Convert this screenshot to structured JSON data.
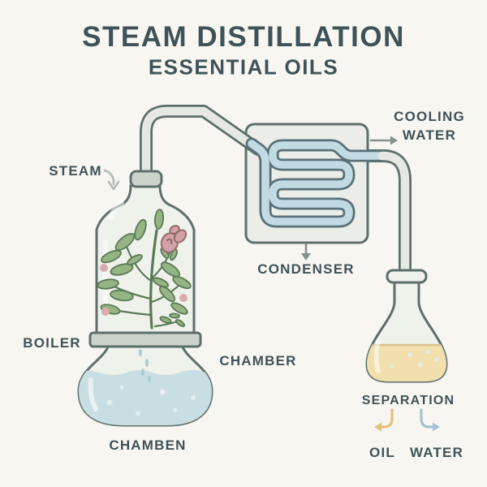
{
  "title": "STEAM DISTILLATION",
  "subtitle": "ESSENTIAL OILS",
  "labels": {
    "steam": "STEAM",
    "boiler": "BOILER",
    "chamber": "CHAMBER",
    "chamben": "CHAMBEN",
    "condenser": "CONDENSER",
    "cooling_line1": "COOLING",
    "cooling_line2": "WATER",
    "separation": "SEPARATION",
    "oil": "OIL",
    "water": "WATER"
  },
  "icons": {
    "steam_arrow": "curved-arrow-down",
    "condenser_arrow": "arrow-down",
    "cooling_water_arrow": "arrow-right",
    "oil_arrow": "curved-arrow-left",
    "water_arrow": "curved-arrow-right"
  },
  "colors": {
    "bg": "#f8f6f0",
    "ink": "#3d5359",
    "line": "#5d6f6b",
    "glass": "#eff1eb",
    "pipe_fill": "#e6e9e3",
    "metal": "#ccd3cb",
    "condenser_fill": "#eaede8",
    "coil_blue": "#c2dbe2",
    "coil_line": "#5a7077",
    "water_blue": "#c9dee2",
    "bubble": "#e4efef",
    "drop_blue": "#a7cbd4",
    "leaf_green": "#96b384",
    "stem_green": "#5a7a55",
    "petal_pink": "#d2a2a6",
    "petal_line": "#916a6e",
    "dot_pink": "#d9abae",
    "oil_yellow": "#f2dfae",
    "oil_line": "#d9c38d",
    "arrow_gray": "#85928d",
    "arrow_light": "#b3bcb6",
    "arrow_yellow": "#e5c07b",
    "arrow_blue": "#a4c4d1"
  }
}
